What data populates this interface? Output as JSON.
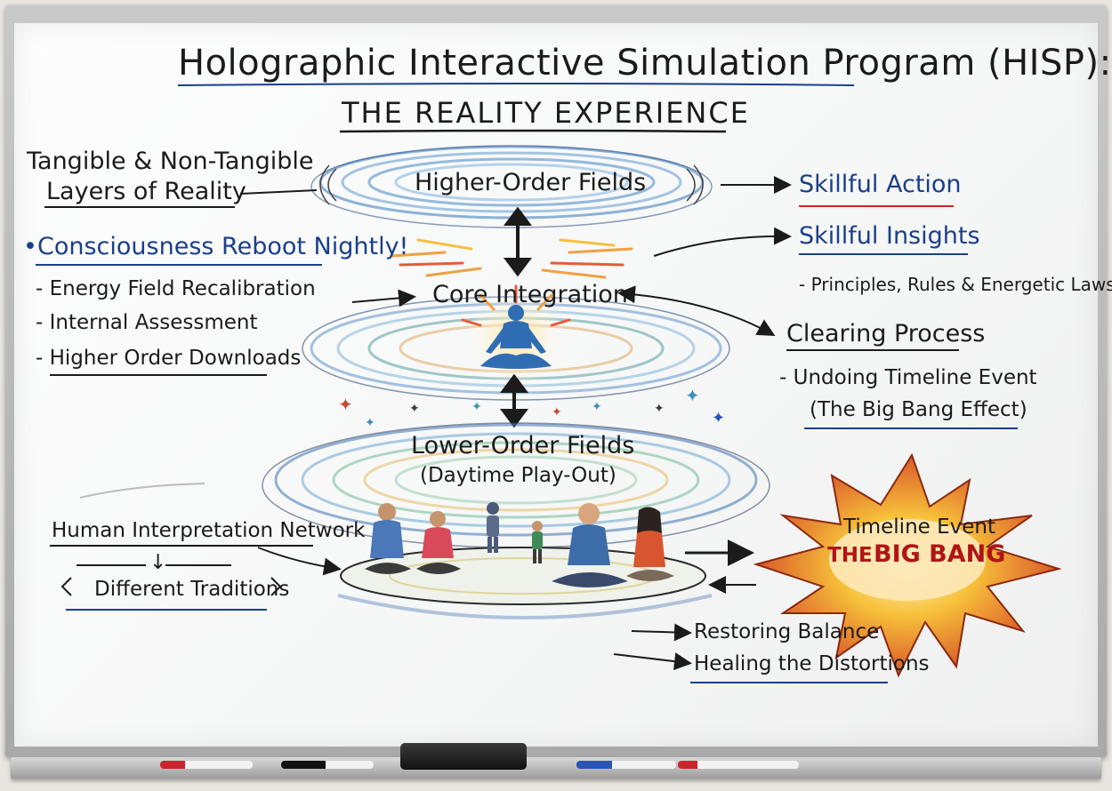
{
  "board": {
    "title": "Holographic Interactive Simulation Program (HISP):",
    "subtitle": "THE REALITY EXPERIENCE",
    "left": {
      "layers_line1": "Tangible & Non-Tangible",
      "layers_line2": "Layers of Reality",
      "reboot_bullet": "•",
      "reboot": "Consciousness Reboot Nightly!",
      "items": [
        "- Energy Field Recalibration",
        "- Internal Assessment",
        "- Higher Order Downloads"
      ],
      "network": "Human Interpretation Network",
      "down_arrow": "↓",
      "traditions": "Different Traditions"
    },
    "center": {
      "higher": "Higher-Order Fields",
      "core": "Core Integration",
      "lower": "Lower-Order Fields",
      "lower_sub": "(Daytime Play-Out)"
    },
    "right": {
      "skillful_action": "Skillful Action",
      "skillful_insights": "Skillful Insights",
      "principles": "- Principles, Rules & Energetic Laws",
      "clearing": "Clearing Process",
      "undoing": "- Undoing Timeline Event",
      "big_bang_effect": "(The Big Bang Effect)",
      "timeline_event": "Timeline Event",
      "big_bang_prefix": "THE",
      "big_bang": "BIG BANG",
      "restoring": "Restoring Balance",
      "healing": "Healing the Distortions"
    }
  },
  "colors": {
    "ink": "#1b1b1b",
    "blue_ink": "#1a3f8a",
    "red_ink": "#b01515",
    "burst_outer": "#d9572b",
    "burst_inner": "#f7c23a"
  },
  "icons": [
    "meditating-figure",
    "vertical-double-arrow",
    "explosion-burst",
    "people-group"
  ]
}
